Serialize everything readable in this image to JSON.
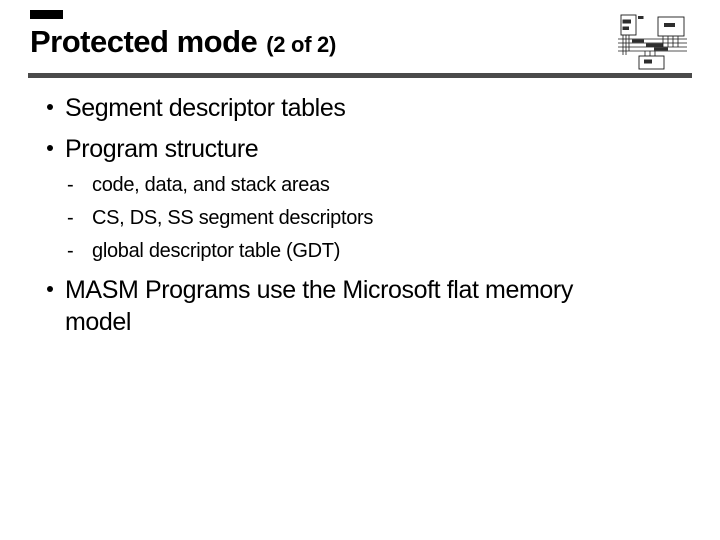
{
  "slide": {
    "title": "Protected mode",
    "title_suffix": "(2 of 2)",
    "bullets": {
      "b1": "Segment descriptor tables",
      "b2": "Program structure",
      "s1": "code, data, and stack areas",
      "s2": "CS, DS, SS segment descriptors",
      "s3": "global descriptor table (GDT)",
      "b3": "MASM Programs use the Microsoft flat memory model"
    },
    "markers": {
      "dash": "-"
    },
    "header_graphic": {
      "name": "cpu-memory-bus-diagram"
    },
    "colors": {
      "background": "#ffffff",
      "text": "#000000",
      "rule": "#4a4a4a",
      "artifact_bar": "#000000"
    }
  }
}
